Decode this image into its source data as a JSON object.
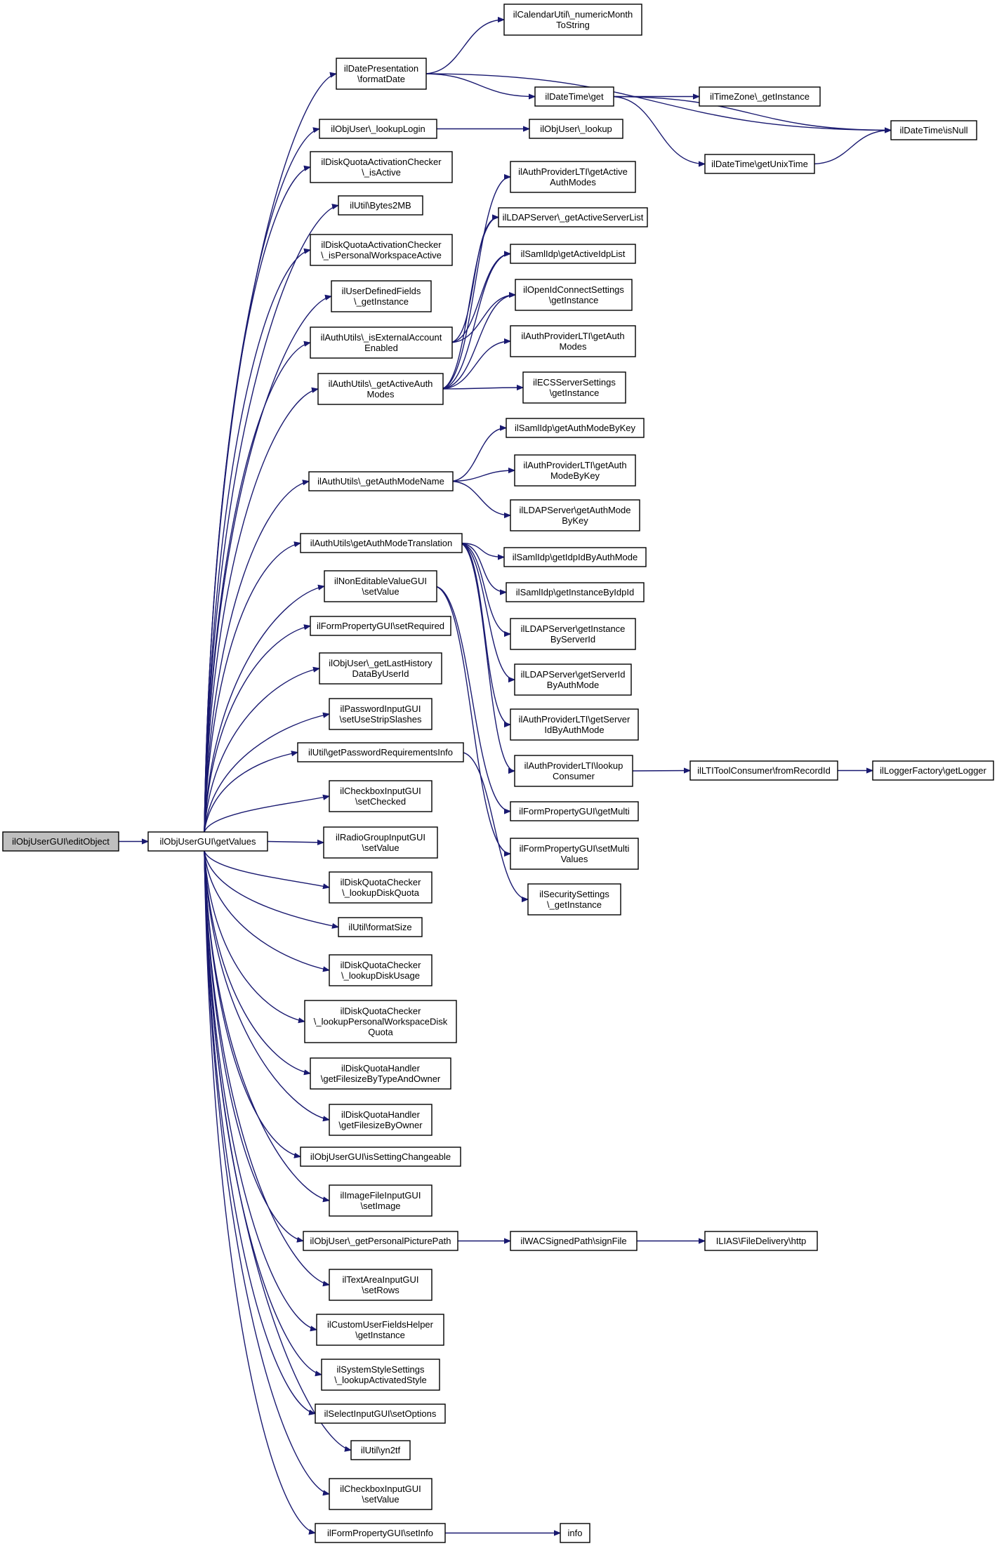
{
  "diagram": {
    "colors": {
      "edge": "#191970",
      "node_border": "#000000",
      "node_fill": "#ffffff",
      "root_fill": "#bfbfbf"
    },
    "nodes": {
      "n0": {
        "lines": [
          "ilObjUserGUI\\editObject"
        ]
      },
      "n1": {
        "lines": [
          "ilObjUserGUI\\getValues"
        ]
      },
      "n2": {
        "lines": [
          "ilDatePresentation",
          "\\formatDate"
        ]
      },
      "n3": {
        "lines": [
          "ilObjUser\\_lookupLogin"
        ]
      },
      "n4": {
        "lines": [
          "ilDiskQuotaActivationChecker",
          "\\_isActive"
        ]
      },
      "n5": {
        "lines": [
          "ilUtil\\Bytes2MB"
        ]
      },
      "n6": {
        "lines": [
          "ilDiskQuotaActivationChecker",
          "\\_isPersonalWorkspaceActive"
        ]
      },
      "n7": {
        "lines": [
          "ilUserDefinedFields",
          "\\_getInstance"
        ]
      },
      "n8": {
        "lines": [
          "ilAuthUtils\\_isExternalAccount",
          "Enabled"
        ]
      },
      "n9": {
        "lines": [
          "ilAuthUtils\\_getActiveAuth",
          "Modes"
        ]
      },
      "n10": {
        "lines": [
          "ilAuthUtils\\_getAuthModeName"
        ]
      },
      "n11": {
        "lines": [
          "ilAuthUtils\\getAuthModeTranslation"
        ]
      },
      "n12": {
        "lines": [
          "ilNonEditableValueGUI",
          "\\setValue"
        ]
      },
      "n13": {
        "lines": [
          "ilFormPropertyGUI\\setRequired"
        ]
      },
      "n14": {
        "lines": [
          "ilObjUser\\_getLastHistory",
          "DataByUserId"
        ]
      },
      "n15": {
        "lines": [
          "ilPasswordInputGUI",
          "\\setUseStripSlashes"
        ]
      },
      "n16": {
        "lines": [
          "ilUtil\\getPasswordRequirementsInfo"
        ]
      },
      "n17": {
        "lines": [
          "ilCheckboxInputGUI",
          "\\setChecked"
        ]
      },
      "n18": {
        "lines": [
          "ilRadioGroupInputGUI",
          "\\setValue"
        ]
      },
      "n19": {
        "lines": [
          "ilDiskQuotaChecker",
          "\\_lookupDiskQuota"
        ]
      },
      "n20": {
        "lines": [
          "ilUtil\\formatSize"
        ]
      },
      "n21": {
        "lines": [
          "ilDiskQuotaChecker",
          "\\_lookupDiskUsage"
        ]
      },
      "n22": {
        "lines": [
          "ilDiskQuotaChecker",
          "\\_lookupPersonalWorkspaceDisk",
          "Quota"
        ]
      },
      "n23": {
        "lines": [
          "ilDiskQuotaHandler",
          "\\getFilesizeByTypeAndOwner"
        ]
      },
      "n24": {
        "lines": [
          "ilDiskQuotaHandler",
          "\\getFilesizeByOwner"
        ]
      },
      "n25": {
        "lines": [
          "ilObjUserGUI\\isSettingChangeable"
        ]
      },
      "n26": {
        "lines": [
          "ilImageFileInputGUI",
          "\\setImage"
        ]
      },
      "n27": {
        "lines": [
          "ilObjUser\\_getPersonalPicturePath"
        ]
      },
      "n28": {
        "lines": [
          "ilTextAreaInputGUI",
          "\\setRows"
        ]
      },
      "n29": {
        "lines": [
          "ilCustomUserFieldsHelper",
          "\\getInstance"
        ]
      },
      "n30": {
        "lines": [
          "ilSystemStyleSettings",
          "\\_lookupActivatedStyle"
        ]
      },
      "n31": {
        "lines": [
          "ilSelectInputGUI\\setOptions"
        ]
      },
      "n32": {
        "lines": [
          "ilUtil\\yn2tf"
        ]
      },
      "n33": {
        "lines": [
          "ilCheckboxInputGUI",
          "\\setValue"
        ]
      },
      "n34": {
        "lines": [
          "ilFormPropertyGUI\\setInfo"
        ]
      },
      "n35": {
        "lines": [
          "ilCalendarUtil\\_numericMonth",
          "ToString"
        ]
      },
      "n36": {
        "lines": [
          "ilDateTime\\get"
        ]
      },
      "n37": {
        "lines": [
          "ilDateTime\\isNull"
        ]
      },
      "n38": {
        "lines": [
          "ilTimeZone\\_getInstance"
        ]
      },
      "n39": {
        "lines": [
          "ilDateTime\\getUnixTime"
        ]
      },
      "n40": {
        "lines": [
          "ilObjUser\\_lookup"
        ]
      },
      "n41": {
        "lines": [
          "ilAuthProviderLTI\\getActive",
          "AuthModes"
        ]
      },
      "n42": {
        "lines": [
          "ilLDAPServer\\_getActiveServerList"
        ]
      },
      "n43": {
        "lines": [
          "ilSamlIdp\\getActiveIdpList"
        ]
      },
      "n44": {
        "lines": [
          "ilOpenIdConnectSettings",
          "\\getInstance"
        ]
      },
      "n45": {
        "lines": [
          "ilAuthProviderLTI\\getAuth",
          "Modes"
        ]
      },
      "n46": {
        "lines": [
          "ilECSServerSettings",
          "\\getInstance"
        ]
      },
      "n47": {
        "lines": [
          "ilSamlIdp\\getAuthModeByKey"
        ]
      },
      "n48": {
        "lines": [
          "ilAuthProviderLTI\\getAuth",
          "ModeByKey"
        ]
      },
      "n49": {
        "lines": [
          "ilLDAPServer\\getAuthMode",
          "ByKey"
        ]
      },
      "n50": {
        "lines": [
          "ilSamlIdp\\getIdpIdByAuthMode"
        ]
      },
      "n51": {
        "lines": [
          "ilSamlIdp\\getInstanceByIdpId"
        ]
      },
      "n52": {
        "lines": [
          "ilLDAPServer\\getInstance",
          "ByServerId"
        ]
      },
      "n53": {
        "lines": [
          "ilLDAPServer\\getServerId",
          "ByAuthMode"
        ]
      },
      "n54": {
        "lines": [
          "ilAuthProviderLTI\\getServer",
          "IdByAuthMode"
        ]
      },
      "n55": {
        "lines": [
          "ilAuthProviderLTI\\lookup",
          "Consumer"
        ]
      },
      "n56": {
        "lines": [
          "ilFormPropertyGUI\\getMulti"
        ]
      },
      "n57": {
        "lines": [
          "ilFormPropertyGUI\\setMulti",
          "Values"
        ]
      },
      "n58": {
        "lines": [
          "ilSecuritySettings",
          "\\_getInstance"
        ]
      },
      "n59": {
        "lines": [
          "ilLTIToolConsumer\\fromRecordId"
        ]
      },
      "n60": {
        "lines": [
          "ilLoggerFactory\\getLogger"
        ]
      },
      "n61": {
        "lines": [
          "ilWACSignedPath\\signFile"
        ]
      },
      "n62": {
        "lines": [
          "ILIAS\\FileDelivery\\http"
        ]
      },
      "n63": {
        "lines": [
          "info"
        ]
      }
    }
  }
}
